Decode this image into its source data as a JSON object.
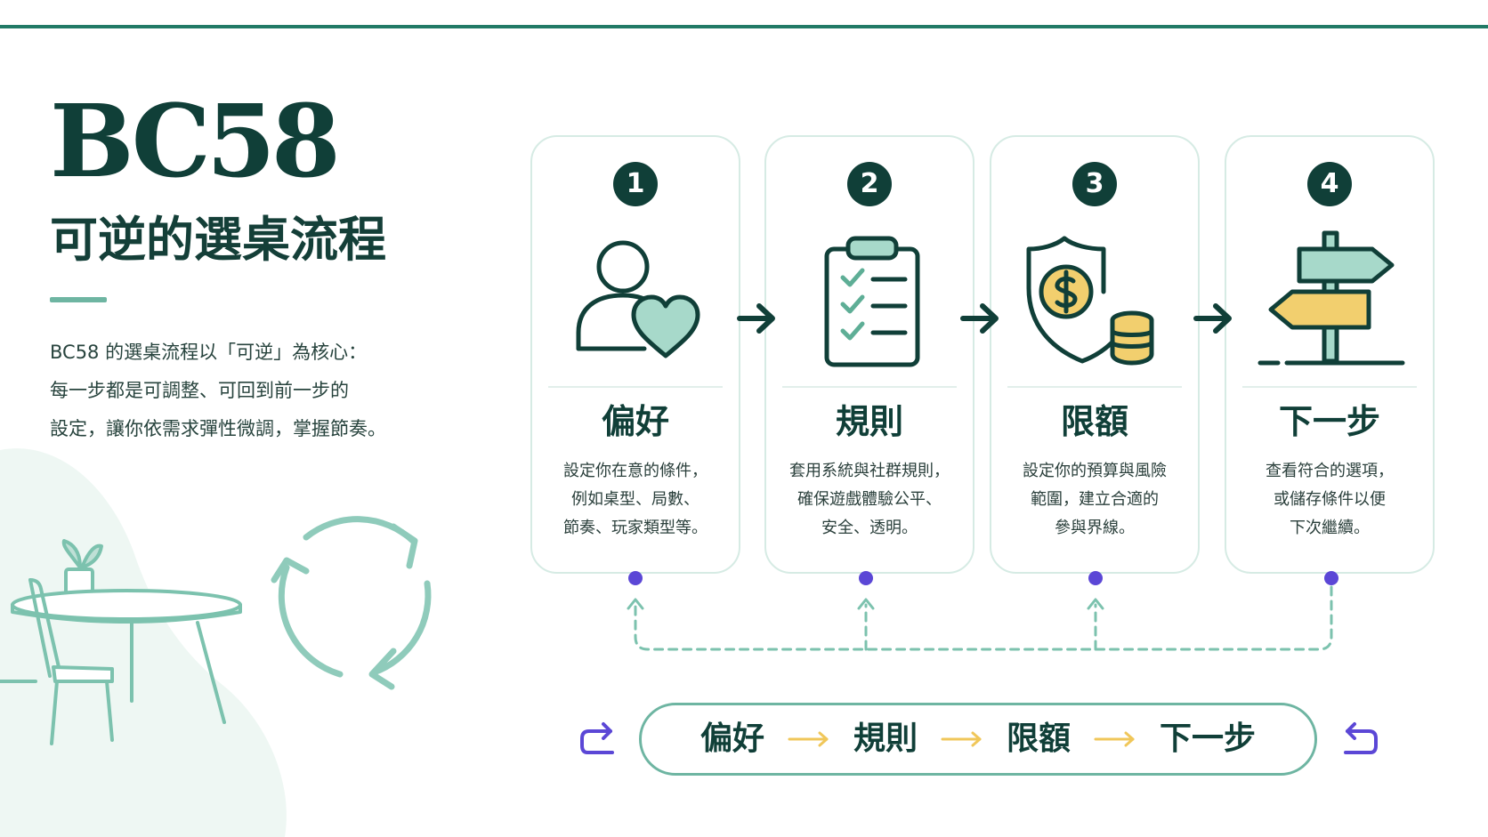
{
  "brand": {
    "title": "BC58",
    "subtitle": "可逆的選桌流程"
  },
  "intro": {
    "lines": [
      "BC58 的選桌流程以「可逆」為核心：",
      "每一步都是可調整、可回到前一步的",
      "設定，讓你依需求彈性微調，掌握節奏。"
    ]
  },
  "steps": [
    {
      "number": "1",
      "title": "偏好",
      "icon": "person-heart-icon",
      "desc": [
        "設定你在意的條件，",
        "例如桌型、局數、",
        "節奏、玩家類型等。"
      ]
    },
    {
      "number": "2",
      "title": "規則",
      "icon": "clipboard-checklist-icon",
      "desc": [
        "套用系統與社群規則，",
        "確保遊戲體驗公平、",
        "安全、透明。"
      ]
    },
    {
      "number": "3",
      "title": "限額",
      "icon": "shield-coins-icon",
      "desc": [
        "設定你的預算與風險",
        "範圍，建立合適的",
        "參與界線。"
      ]
    },
    {
      "number": "4",
      "title": "下一步",
      "icon": "signpost-icon",
      "desc": [
        "查看符合的選項，",
        "或儲存條件以便",
        "下次繼續。"
      ]
    }
  ],
  "summary_flow": [
    "偏好",
    "規則",
    "限額",
    "下一步"
  ],
  "icons": {
    "flow_arrow": "arrow-right-icon",
    "back_path": "dashed-return-path-icon",
    "cycle": "circular-arrows-icon",
    "restart_left": "redo-arrow-icon",
    "restart_right": "undo-arrow-icon",
    "decor": "table-chair-plant-illustration"
  },
  "colors": {
    "primary": "#103f38",
    "accent": "#6eb5a2",
    "light_accent": "#bfe0d6",
    "marker": "#5b47d6",
    "coin": "#f2cf6e",
    "arrow_yellow": "#f0c75a"
  }
}
